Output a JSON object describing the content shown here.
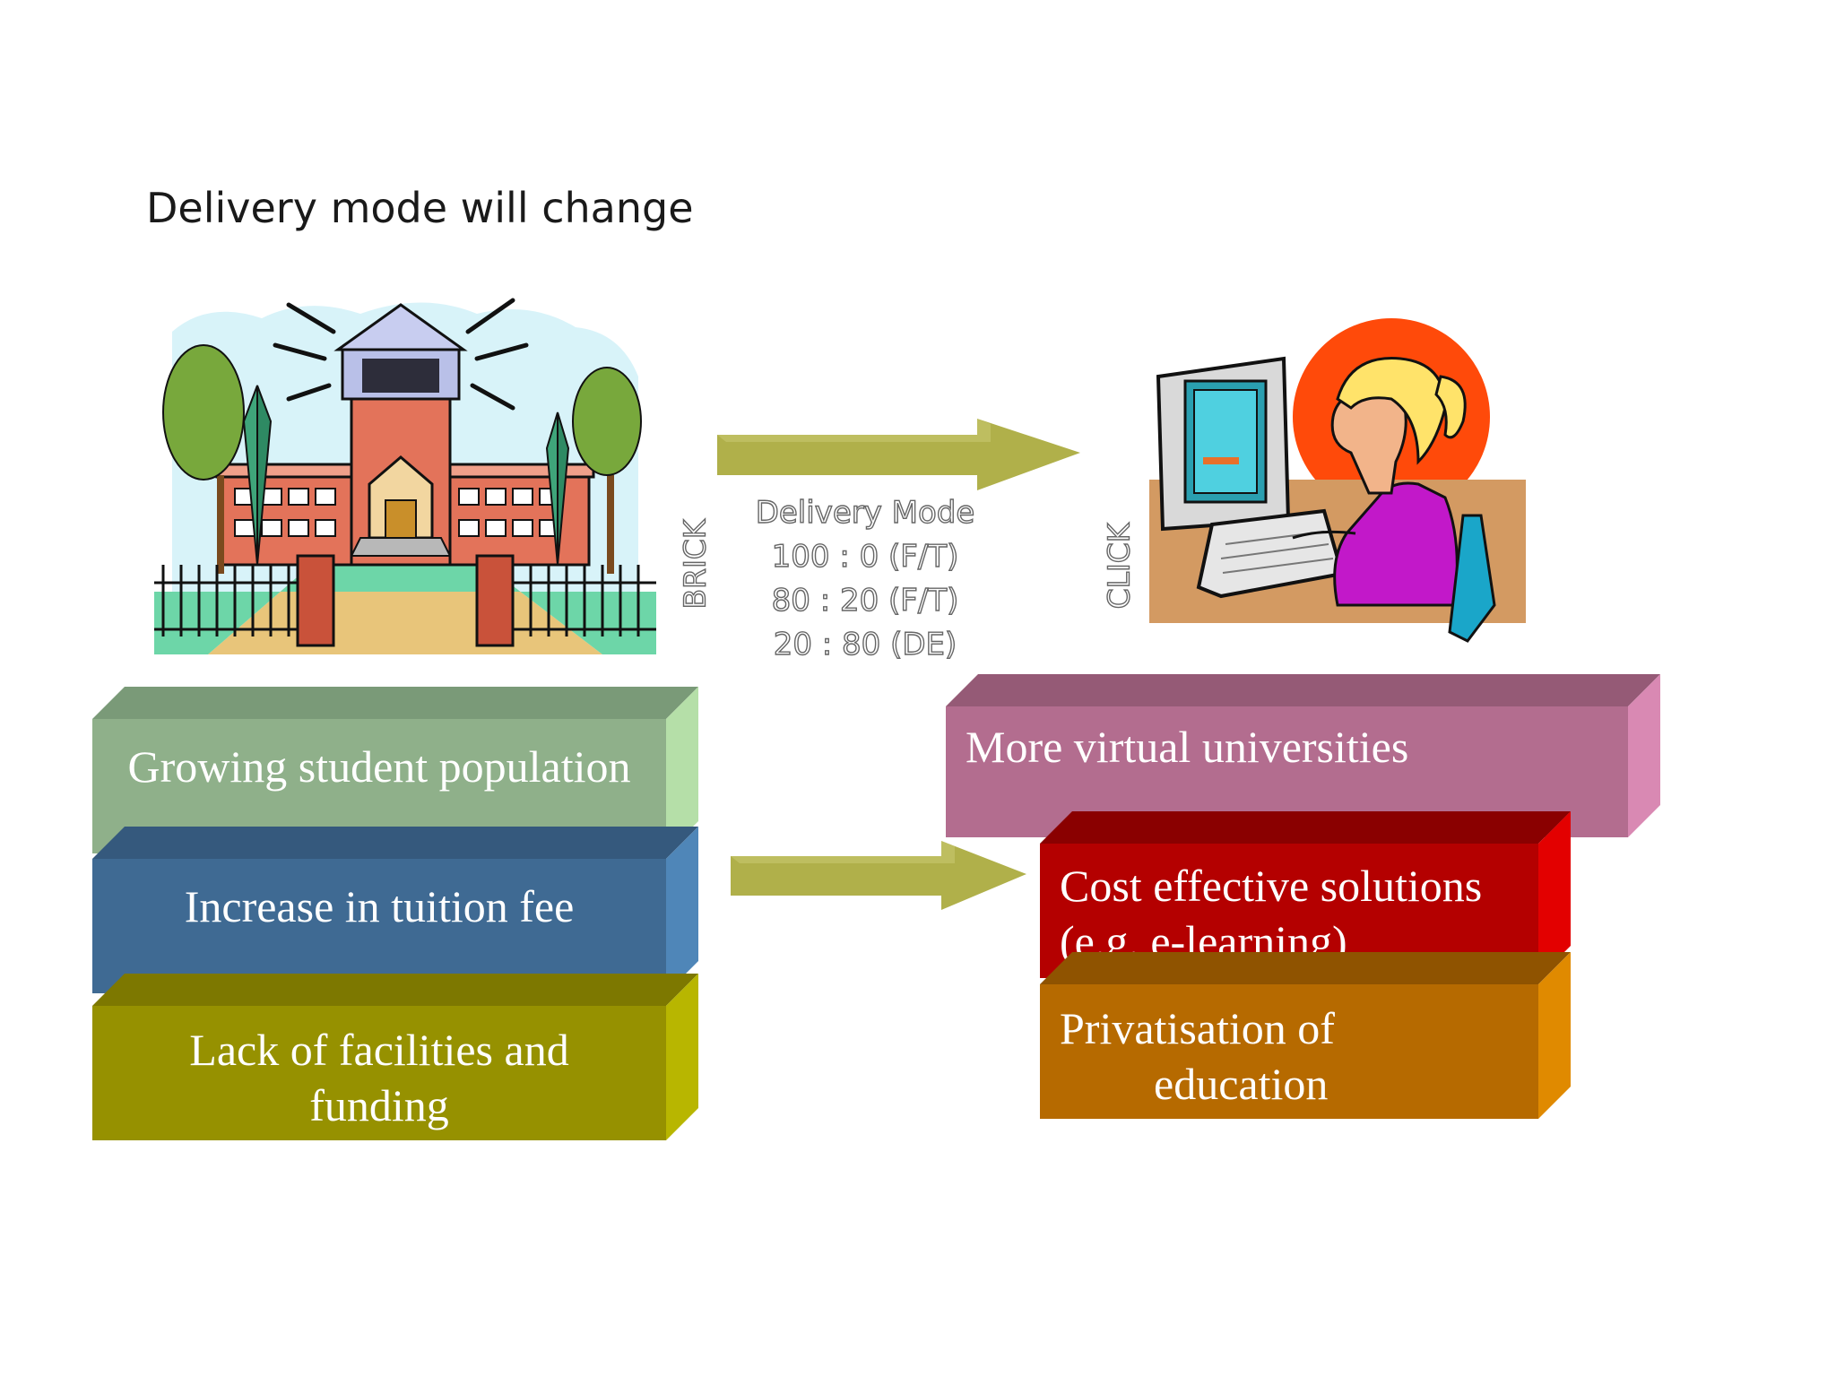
{
  "title": "Delivery mode will change",
  "labels": {
    "brick": "BRICK",
    "click": "CLICK"
  },
  "delivery_mode": {
    "heading": "Delivery Mode",
    "ratios": [
      "100 : 0 (F/T)",
      "80 : 20 (F/T)",
      "20 : 80 (DE)"
    ]
  },
  "left_boxes": [
    {
      "text": "Growing student population"
    },
    {
      "text": "Increase in tuition fee"
    },
    {
      "text_lines": [
        "Lack of facilities and",
        "funding"
      ]
    }
  ],
  "right_boxes": [
    {
      "text": "More virtual universities"
    },
    {
      "text_lines": [
        "Cost effective solutions",
        "(e.g. e-learning)"
      ]
    },
    {
      "text_lines": [
        "Privatisation of",
        "education"
      ]
    }
  ],
  "colors": {
    "arrow": "#b0b04a",
    "green_box": "#8fb08a",
    "blue_box": "#3f6a93",
    "olive_box": "#969100",
    "pink_box": "#b36d8f",
    "red_box": "#b40000",
    "orange_box": "#b66a00"
  },
  "icons": [
    "school-building-clipart",
    "girl-at-computer-clipart",
    "right-arrow"
  ]
}
